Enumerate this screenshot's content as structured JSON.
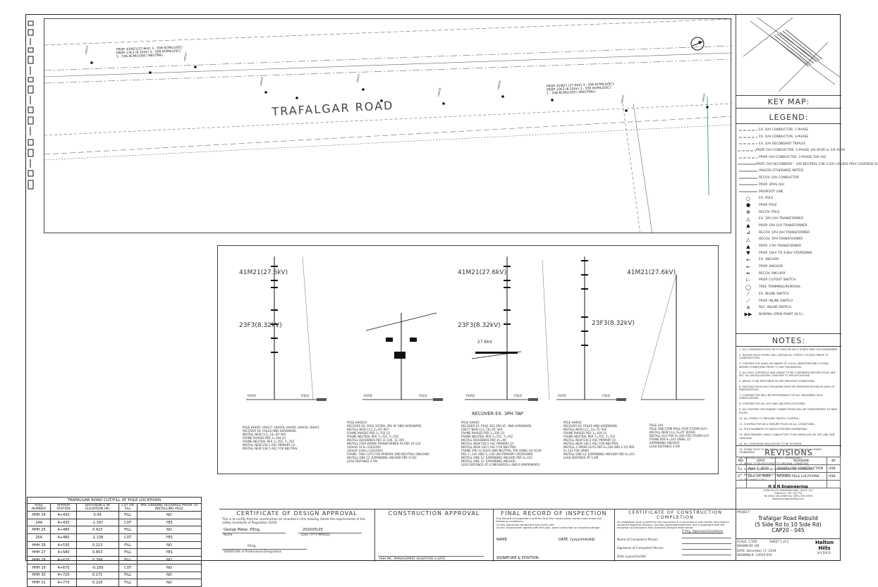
{
  "plan": {
    "road_name": "TRAFALGAR ROAD",
    "callouts": [
      "PROP. 41M21(27.6kV) 3 - 556 KCMIL(USC)",
      "PROP. 23F3 (8.32kV) 3 - 556 KCMIL(USC)",
      "1 - 336 KCMIL(USC) NEUTRAL",
      "PROP. 41M21 (27.6kV) 3 - 556 KCMIL(USC)",
      "PROP. 23F3 (8.32kV) 3 - 556 KCMIL(USC)",
      "1 - 336 KCMIL(USC) (NEUTRAL)"
    ],
    "pole_labels": [
      "HHH 24",
      "24A",
      "HHH 25",
      "25A",
      "HHH 26",
      "HHH 27",
      "HHH 28",
      "HHH 29",
      "HHH 30",
      "HHH 31"
    ]
  },
  "details": {
    "circuit_upper": "41M21(27.6kV)",
    "circuit_lower": "23F3(8.32kV)",
    "subtitle": "RECOVER EX. 3PH TAP",
    "tap_label": "27.6kV",
    "road": "ROAD",
    "field": "FIELD",
    "notes": [
      "POLE HHH25, HHH27, HHH28, HHH29, HHH30, HHH31\nRECOVER EX. POLES AND HARDWARE.\nINSTALL NEW CL3, 14=50' W.P.\nFRAME PHASES PER 1=104 (2)\nFRAME NEUTRAL PER 1=701, 7=702\nINSTALL NEW 556.5 ASC PRIMARY (3)\nINSTALL NEW 336.5 ASC FOR NEUTRAL",
      "POLE HHH25A\nRECOVER EX. POLE 3X35M, 3PH XF AND HARDWARE.\nINSTALL NEW CL3, 2=45' W.P.\nFRAME PHASES PER 1=703 (2)\nFRAME NEUTRAL PER 7=701, 7=702\nINSTALL DEADENDS PER 11-106, 11-305\nINSTALL STEP-DOWN TRANSFORMER AS PER 35-110\n100kVA 19.9=120/240V\n100kVA 4.8kV=120/240V\nFRAME: TWO CUTS FOR PRIMARY AND NEUTRAL ONGOING\nINSTALL ONE 12' EXPANDING ANCHOR PER 9-102\nLEAD DISTANCE 4.5M",
      "POLE HHH25\nRECOVER EX. POLE 3X3 3PH XF, AND HARDWARE.\nERECT NEW CL3, 16=55' W.P.\nFRAME PHASES PER 1=104 (2)\nFRAME NEUTRAL PER 7=701, 7=702\nINSTALL DEADENDS PER 41=99\nINSTALL NEW 556.5 ASC PRIMARY (2)\nINSTALL NEW 336.5 ASC FOR NEUTRAL\nFRAME 3PH 12-SQVX AND NEUTRAL TAP USING 1/0 ACSR\nPER 7=145 AND 1=1XX (NO PRIMARY CROSSARM)\nINSTALL ONE 12' EXPANDING ANCHOR PER 9=103\nINSTALL ONE 12' EXPANDING ANCHOR\nLEAD DISTANCE AT 4.5M(OVERFILL AND 6.0M(PRIMARY)",
      "POLE HHH24\nRECOVER EX. POLES AND HARDWARE.\nINSTALL NEW CL3, 14=75' W.P.\nFRAME PHASES PER 1=104 (2)\nFRAME NEUTRAL PER 7=701, 7=702\nINSTALL NEW 556.5 ASC PRIMARY (2)\nINSTALL NEW 336.5 ASC FOR NEUTRAL\nINSTALL 2 SPARE GUYS PER 9=108 AND 3 3/2 PER\n9=133 FOR 3PHM\nINSTALL ONE 12' EXPANDING ANCHOR PER 9=103\nLEAD DISTANCE AT 5.0M",
      "POLE 24A\nPOLE ONE STEM POLE (FOR STORM GUY)\nINSTALL NEW CL3, 9=45' WOOD\nINSTALL GUY PER 9=106 FOR STORM GUY\nFRAME PER 9=103 USING 12\"\nEXPANDING ANCHOR\nLEAD DISTANCE 4.5M"
    ]
  },
  "keymap": {
    "title": "KEY MAP:"
  },
  "legend": {
    "title": "LEGEND:",
    "items": [
      {
        "sym": "dash",
        "label": "EX. O/H CONDUCTOR, 1-PHASE"
      },
      {
        "sym": "dash",
        "label": "EX. O/H CONDUCTOR, 3-PHASE"
      },
      {
        "sym": "dash",
        "label": "EX. O/H SECONDARY TRIPLEX"
      },
      {
        "sym": "dash",
        "label": "PROP. O/H CONDUCTOR, 1-PHASE 3/0 ACSR or 1/0 ACSR"
      },
      {
        "sym": "dash",
        "label": "PROP. O/H CONDUCTOR, 3-PHASE 556 ASC"
      },
      {
        "sym": "line",
        "label": "PROP. O/H SECONDARY - 336 NEUTRAL C/W 3-3/0 LASHED POLY COVERED AL"
      },
      {
        "sym": "line",
        "label": "UNLESS OTHERWISE NOTED"
      },
      {
        "sym": "line",
        "label": "RECOV. O/H CONDUCTOR"
      },
      {
        "sym": "line",
        "label": "PROP. 3PHS O/H"
      },
      {
        "sym": "line",
        "label": "PROPERTY LINE"
      },
      {
        "sym": "○",
        "label": "EX. POLE"
      },
      {
        "sym": "●",
        "label": "PROP. POLE"
      },
      {
        "sym": "⊗",
        "label": "RECOV. POLE"
      },
      {
        "sym": "△",
        "label": "EX. 1PH O/H TRANSFORMER"
      },
      {
        "sym": "▲",
        "label": "PROP. 1PH O/H TRANSFORMER"
      },
      {
        "sym": "⊿",
        "label": "RECOV. 1PH O/H TRANSFORMER"
      },
      {
        "sym": "△",
        "label": "RECOV. 3PH TRANSFORMER"
      },
      {
        "sym": "▲",
        "label": "PROP. 3 PH TRANSFORMER"
      },
      {
        "sym": "▼",
        "label": "PROP. 16kV TO 4.8kV STEPDOWN"
      },
      {
        "sym": "←",
        "label": "EX. ANCHOR"
      },
      {
        "sym": "←",
        "label": "PROP. ANCHOR"
      },
      {
        "sym": "↚",
        "label": "RECOV. ANCHOR"
      },
      {
        "sym": "⊢",
        "label": "PROP. CUTOUT SWITCH"
      },
      {
        "sym": "◯",
        "label": "TREE TRIMMING/REMOVAL"
      },
      {
        "sym": "⟋",
        "label": "EX. INLINE SWITCH"
      },
      {
        "sym": "⟋",
        "label": "PROP. INLINE SWITCH"
      },
      {
        "sym": "✕",
        "label": "REC. INLINE SWITCH"
      },
      {
        "sym": "▶▶",
        "label": "NORMAL OPEN POINT (N.O.)"
      }
    ]
  },
  "notes": {
    "title": "NOTES:",
    "items": [
      "1. ALL CLEARANCES WILL BE TO HALTON HILLS HYDRO AND CSA STANDARDS.",
      "2. HALTON HILLS HYDRO WILL OBTAIN ALL STREET LOCATES PRIOR TO CONSTRUCTION.",
      "3. CONTRACTOR SHALL BE AWARE OF LOCAL UNDERGROUND & ROAD WORKS CONDITIONS PRIOR TO ANY EXCAVATION.",
      "4. ALL POLE CONTROLS AND GRADE TO BE CONFIRMED BEFORE POLES ARE SET. ALL INSTALLATIONS CONFORM TO SPECIFICATIONS.",
      "5. AREAS TO BE RESTORED AS PER PREVIOUS CONDITIONS.",
      "6. EXISTING POLES NOT REQUIRED MUST BE REMOVED WITHIN 30 DAYS OF ENERGIZATION.",
      "7. CONTRACTOR WILL BE RESPONSIBLE FOR ALL REQUIRED FIELD VERIFICATIONS.",
      "8. CONTRACTOR ALL GUY AND ANCHOR LOCATIONS.",
      "9. ALL EXISTING SECONDARY CONNECTIONS WILL BE TRANSFERRED TO NEW POLES.",
      "10. ALL HYDRO TO PROVIDE TRAFFIC CONTROL.",
      "11. CONTRACTOR WILL ENSURE POLES IN ALL CONDITIONS.",
      "12. POLE NUMBERS TO MATCH EXISTING NUMBERING.",
      "13. NEW PRIMARY CABLE CONDUCTOR TO BE INSTALLED ON THE LINE SIDE ONGOING.",
      "14. ALL OVERHEAD INSULATORS TO BE POLYMER.",
      "15. DOWN GUYS TO BE INSTALLED AS PER HALTON HILLS HYDRO STANDARDS.",
      "16. CONTRACTOR TO CONFIRM ALL DIMENSIONS.",
      "17. AREAS TO BE RESTORED TO ORIGINAL CONDITION.",
      "18. EXISTING POLES TO BE REMOVED WITHIN TIMEFRAME.",
      "19. REFER TO STANDARDS FOR DETAILS.",
      "20. SEE SHEET 2 OF 2."
    ]
  },
  "revisions": {
    "title": "REVISIONS",
    "headers": [
      "NO.",
      "DATE",
      "REVISION",
      "BY"
    ],
    "rows": [
      [
        "1",
        "April 7, 2020",
        "ISSUED FOR CONSTRUCTION",
        "HSN"
      ],
      [
        "2",
        "June 24, 2020",
        "REVISED POLE LOCATIONS",
        "HSN"
      ],
      [
        "",
        "",
        "",
        ""
      ]
    ]
  },
  "engineer": {
    "name": "H S N Engineering",
    "details": "2006 SOUTH SHERIDAN WAY, SUITE 101\nOAKVILLE, ON  L6J 7T4\nTel (905) 481-8389 Fax (905) 339-2936\nwww.hsnengineering.com"
  },
  "cut_fill": {
    "title": "TRAFALGAR ROAD CUT/FILL AT POLE LOCATIONS",
    "headers": [
      "POLE NUMBER",
      "APPROX STATION",
      "DIFFERENCE IN ELEVATION (M)",
      "CUT OR FILL",
      "PRE GRADING REQUIRED PRIOR TO INSTALLING POLE"
    ],
    "rows": [
      [
        "HHH 24",
        "4+430",
        "0.04",
        "FILL",
        "NO"
      ],
      [
        "24A",
        "4+430",
        "-1.397",
        "CUT",
        "YES"
      ],
      [
        "HHH 25",
        "4+480",
        "0.423",
        "FILL",
        "NO"
      ],
      [
        "25A",
        "4+480",
        "-1.138",
        "CUT",
        "YES"
      ],
      [
        "HHH 26",
        "4+530",
        "0.213",
        "FILL",
        "NO"
      ],
      [
        "HHH 27",
        "4+580",
        "0.853",
        "FILL",
        "YES"
      ],
      [
        "HHH 28",
        "4+620",
        "0.399",
        "FILL",
        "NO"
      ],
      [
        "HHH 29",
        "4+670",
        "-0.189",
        "CUT",
        "NO"
      ],
      [
        "HHH 30",
        "4+720",
        "0.171",
        "FILL",
        "NO"
      ],
      [
        "HHH 31",
        "4+770",
        "0.218",
        "FILL",
        "NO"
      ]
    ]
  },
  "certificates": {
    "design_title": "CERTIFICATE OF DESIGN APPROVAL",
    "design_text": "This is to certify that the construction as recorded in this drawing meets the requirements of the safety standards of Regulation 22/04",
    "design_name": "George Matar, P.Eng.",
    "design_name_caption": "Name",
    "design_date": "2020/05/25",
    "design_date_caption": "Date (YYYY/MM/DD)",
    "peng": "P.Eng.",
    "design_sig_caption": "SIGNATURE of Professional Designation",
    "construction_title": "CONSTRUCTION APPROVAL",
    "construction_sig_caption": "HHH INC. MANAGEMENT SIGNATURE & DATE",
    "inspection_title": "FINAL RECORD OF INSPECTION",
    "inspection_text": "This Record of Inspection confirms that this construction meets code under the following conditions:\n a) this approved equipment was used, and\n b) the construction agrees with the plan, work instruction or standard design",
    "inspection_name": "NAME:",
    "inspection_date": "DATE: (yyyy/mm/dd)",
    "inspection_sig": "SIGNATURE & POSITION:",
    "completion_title": "CERTIFICATE OF CONSTRUCTION COMPLETION",
    "completion_text": "All installation work covered by this document is in accordance with Halton Hills Hydro's approved Standard Designs, includes approved equipment and if applicable with the exception of Deviations from Standard Designs listed below",
    "completion_fields": [
      "Name of Competent Person",
      "Signature of Competent Person",
      "Date (yyyy/mm/dd)"
    ],
    "completion_deviations": "If Any, Approved Deviations"
  },
  "project": {
    "label": "PROJECT:",
    "title_line1": "Trafalgar Road Rebuild",
    "title_line2": "(5 Side Rd to 10 Side Rd)",
    "title_line3": "CAP20 - 045",
    "scale": "SCALE: 1:500",
    "sheet": "SHEET  1  of 2",
    "drawn": "DRAWN BY: GM",
    "date": "DATE: December 17, 2019",
    "drawing": "DRAWING#: CAP20-045",
    "logo_text": "Halton Hills",
    "logo_sub": "HYDRO"
  },
  "colors": {
    "line": "#222222",
    "road": "#666666",
    "accent_green": "#2e8b57",
    "hatch": "#333333"
  }
}
